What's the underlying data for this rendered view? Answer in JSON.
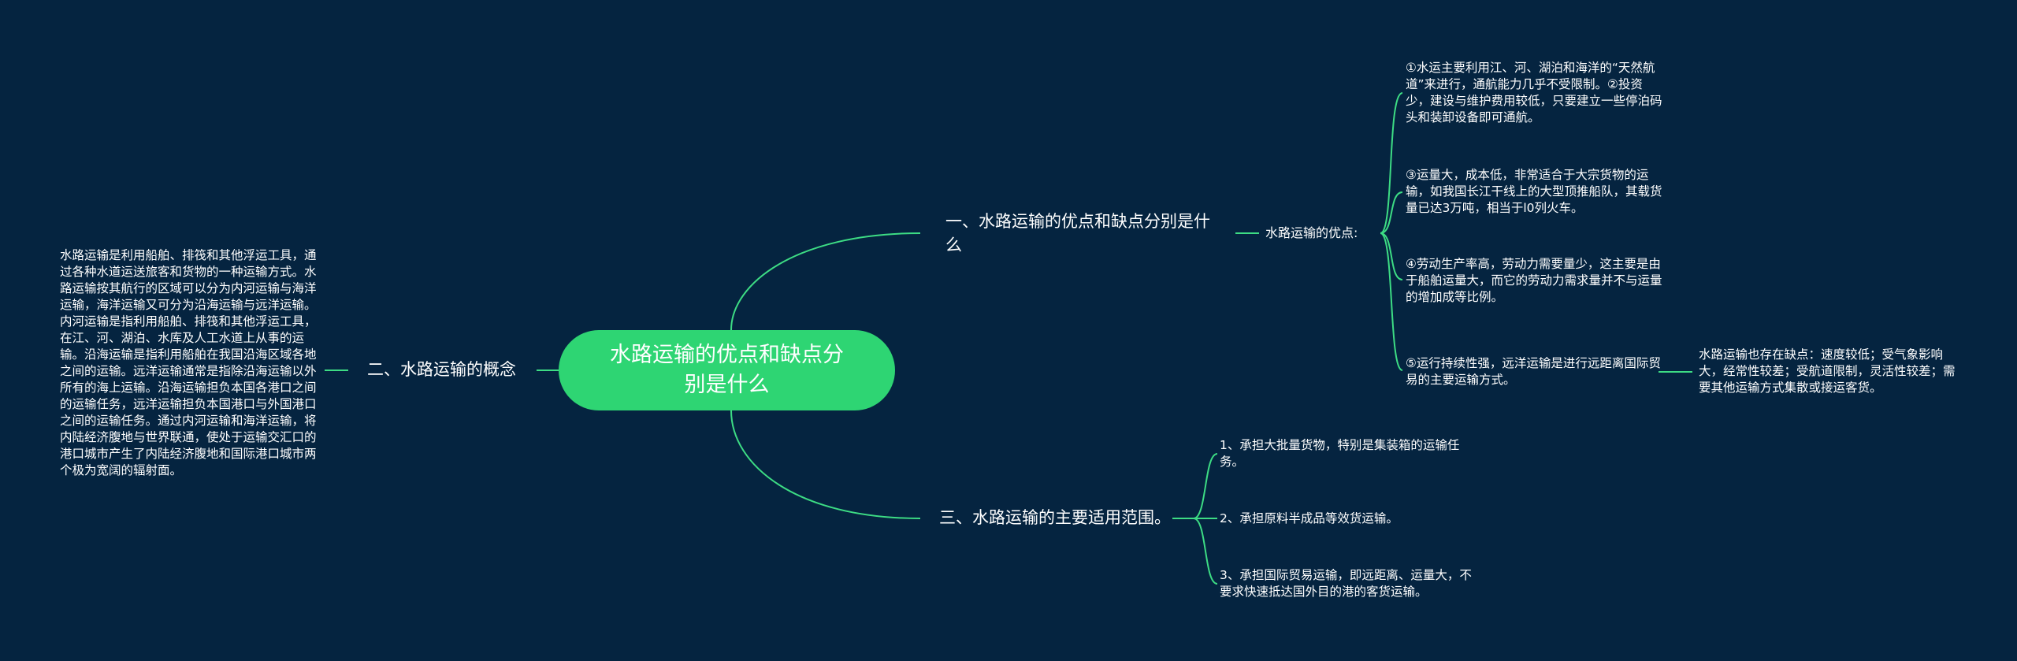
{
  "colors": {
    "background": "#052440",
    "root_fill": "#2ed573",
    "connector": "#3ddc84",
    "text": "#ffffff"
  },
  "root": {
    "label": "水路运输的优点和缺点分别是什么"
  },
  "branches": {
    "advantages": {
      "label": "一、水路运输的优点和缺点分别是什么",
      "sub_label": "水路运输的优点:",
      "items": [
        "①水运主要利用江、河、湖泊和海洋的“天然航道”来进行，通航能力几乎不受限制。②投资少，建设与维护费用较低，只要建立一些停泊码头和装卸设备即可通航。",
        "③运量大，成本低，非常适合于大宗货物的运输，如我国长江干线上的大型顶推船队，其载货量已达3万吨，相当于l0列火车。",
        "④劳动生产率高，劳动力需要量少，这主要是由于船舶运量大，而它的劳动力需求量并不与运量的增加成等比例。",
        "⑤运行持续性强，远洋运输是进行远距离国际贸易的主要运输方式。"
      ],
      "disadvantage": "水路运输也存在缺点：速度较低；受气象影响大，经常性较差；受航道限制，灵活性较差；需要其他运输方式集散或接运客货。"
    },
    "concept": {
      "label": "二、水路运输的概念",
      "text": "水路运输是利用船舶、排筏和其他浮运工具，通过各种水道运送旅客和货物的一种运输方式。水路运输按其航行的区域可以分为内河运输与海洋运输，海洋运输又可分为沿海运输与远洋运输。内河运输是指利用船舶、排筏和其他浮运工具，在江、河、湖泊、水库及人工水道上从事的运输。沿海运输是指利用船舶在我国沿海区域各地之间的运输。远洋运输通常是指除沿海运输以外所有的海上运输。沿海运输担负本国各港口之间的运输任务，远洋运输担负本国港口与外国港口之间的运输任务。通过内河运输和海洋运输，将内陆经济腹地与世界联通，使处于运输交汇口的港口城市产生了内陆经济腹地和国际港口城市两个极为宽阔的辐射面。"
    },
    "scope": {
      "label": "三、水路运输的主要适用范围。",
      "items": [
        "1、承担大批量货物，特别是集装箱的运输任务。",
        "2、承担原料半成品等效货运输。",
        "3、承担国际贸易运输，即远距离、运量大，不要求快速抵达国外目的港的客货运输。"
      ]
    }
  }
}
